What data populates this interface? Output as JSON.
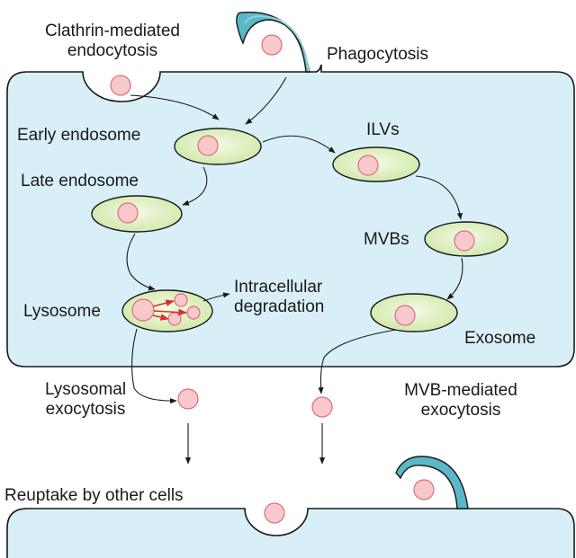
{
  "labels": {
    "clathrin": "Clathrin-mediated\nendocytosis",
    "phagocytosis": "Phagocytosis",
    "early_endosome": "Early endosome",
    "late_endosome": "Late endosome",
    "ilvs": "ILVs",
    "mvbs": "MVBs",
    "lysosome": "Lysosome",
    "intracellular_degradation": "Intracellular\ndegradation",
    "exosome": "Exosome",
    "lysosomal_exocytosis": "Lysosomal\nexocytosis",
    "mvb_exocytosis": "MVB-mediated\nexocytosis",
    "reuptake": "Reuptake by other cells"
  },
  "colors": {
    "cell_fill": "#d8eff8",
    "cell_stroke": "#1a1a1a",
    "membrane_arm": "#5bb8c8",
    "endosome_fill": "#dff0c4",
    "vesicle_fill": "#f7c8cc",
    "vesicle_stroke": "#d9707a",
    "degradation_arrow": "#d9302a"
  }
}
